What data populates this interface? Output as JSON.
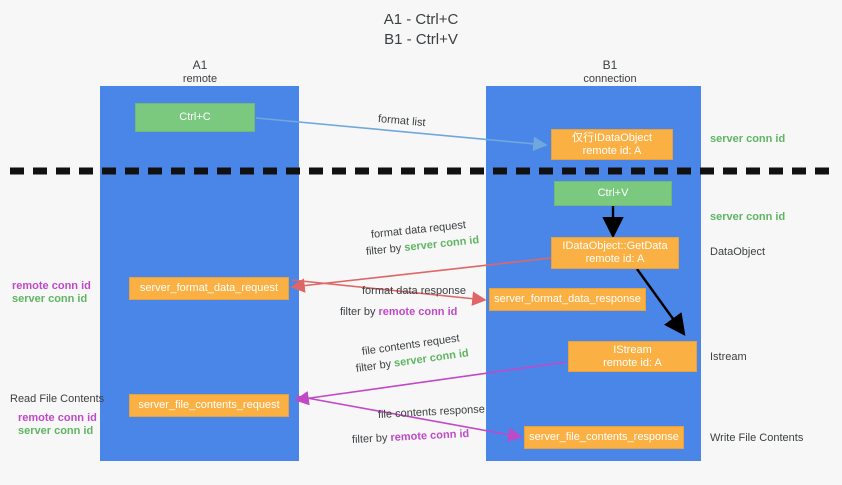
{
  "title": {
    "line1": "A1 - Ctrl+C",
    "line2": "B1 - Ctrl+V"
  },
  "colors": {
    "lane": "#4a86e8",
    "green_box": "#7bc97f",
    "orange_box": "#fbb043",
    "server_conn_id": "#5fb562",
    "remote_conn_id": "#c049c7",
    "format_list_arrow": "#6fa8dc",
    "format_data_arrow": "#e06666",
    "file_contents_arrow": "#c049c7",
    "black_arrow": "#000000",
    "background": "#f7f7f7"
  },
  "columns": [
    {
      "name": "A1",
      "sub": "remote"
    },
    {
      "name": "B1",
      "sub": "connection"
    }
  ],
  "boxes": {
    "ctrl_c": {
      "label": "Ctrl+C",
      "kind": "green"
    },
    "idataobject": {
      "line1": "仅行IDataObject",
      "line2": "remote id: A",
      "kind": "orange"
    },
    "ctrl_v": {
      "label": "Ctrl+V",
      "kind": "green"
    },
    "getdata": {
      "line1": "IDataObject::GetData",
      "line2": "remote id: A",
      "kind": "orange"
    },
    "server_format_data_request": {
      "label": "server_format_data_request",
      "kind": "orange"
    },
    "server_format_data_response": {
      "label": "server_format_data_response",
      "kind": "orange"
    },
    "istream": {
      "line1": "IStream",
      "line2": "remote id: A",
      "kind": "orange"
    },
    "server_file_contents_request": {
      "label": "server_file_contents_request",
      "kind": "orange"
    },
    "server_file_contents_response": {
      "label": "server_file_contents_response",
      "kind": "orange"
    }
  },
  "arrow_labels": {
    "format_list": "format list",
    "format_data_request": "format data request",
    "format_data_request_filter_prefix": "filter by ",
    "format_data_request_filter_value": "server conn id",
    "format_data_response": "format data response",
    "format_data_response_filter_prefix": "filter by ",
    "format_data_response_filter_value": "remote conn id",
    "file_contents_request": "file contents request",
    "file_contents_request_filter_prefix": "filter by ",
    "file_contents_request_filter_value": "server conn id",
    "file_contents_response": "file contents response",
    "file_contents_response_filter_prefix": "filter by ",
    "file_contents_response_filter_value": "remote conn id"
  },
  "right_labels": {
    "server_conn_id_top": "server conn id",
    "server_conn_id_mid": "server conn id",
    "dataobject": "DataObject",
    "istream": "Istream",
    "write_file_contents": "Write File Contents"
  },
  "left_labels": {
    "remote_conn_id_1": "remote conn id",
    "server_conn_id_1": "server conn id",
    "read_file_contents": "Read File Contents",
    "remote_conn_id_2": "remote conn id",
    "server_conn_id_2": "server conn id"
  }
}
